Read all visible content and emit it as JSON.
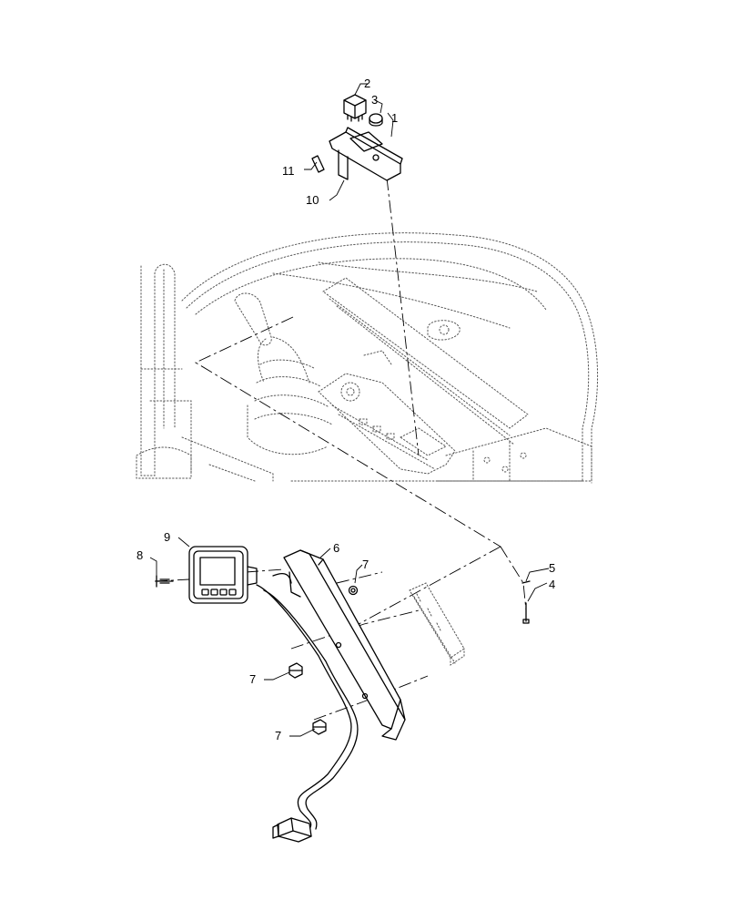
{
  "callouts": [
    {
      "id": "c2",
      "label": "2"
    },
    {
      "id": "c3",
      "label": "3"
    },
    {
      "id": "c1",
      "label": "1"
    },
    {
      "id": "c11",
      "label": "11"
    },
    {
      "id": "c10",
      "label": "10"
    },
    {
      "id": "c9",
      "label": "9"
    },
    {
      "id": "c8",
      "label": "8"
    },
    {
      "id": "c6",
      "label": "6"
    },
    {
      "id": "c7a",
      "label": "7"
    },
    {
      "id": "c5",
      "label": "5"
    },
    {
      "id": "c4",
      "label": "4"
    },
    {
      "id": "c7b",
      "label": "7"
    },
    {
      "id": "c7c",
      "label": "7"
    }
  ]
}
